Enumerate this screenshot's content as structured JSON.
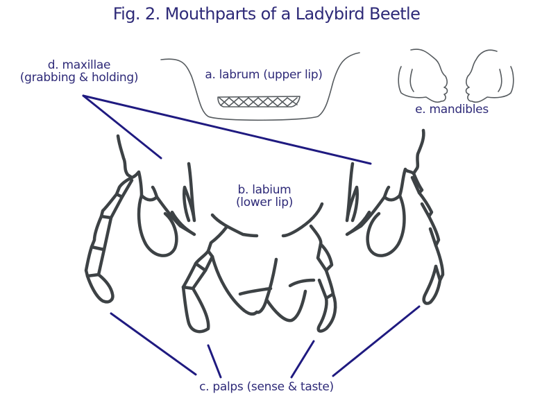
{
  "figure": {
    "title": "Fig. 2. Mouthparts of a Ladybird Beetle",
    "colors": {
      "label_text": "#2e2a78",
      "pointer_lines": "#1f1a80",
      "drawing_ink": "#3d4245",
      "background": "#ffffff"
    }
  },
  "labels": {
    "labrum": "a. labrum (upper lip)",
    "labium_line1": "b. labium",
    "labium_line2": "(lower lip)",
    "palps": "c. palps (sense & taste)",
    "maxillae_line1": "d. maxillae",
    "maxillae_line2": "(grabbing & holding)",
    "mandibles": "e. mandibles"
  }
}
